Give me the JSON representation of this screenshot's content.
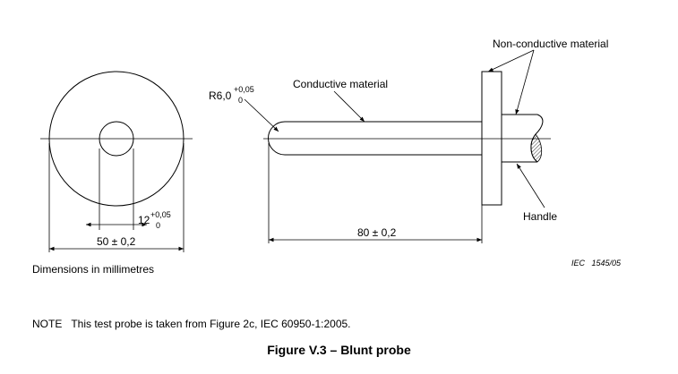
{
  "figure": {
    "caption": "Figure V.3 – Blunt probe",
    "dimensions_note": "Dimensions in millimetres",
    "note_label": "NOTE",
    "note_text": "This test probe is taken from Figure 2c, IEC 60950-1:2005.",
    "iec_reference": "IEC   1545/05"
  },
  "labels": {
    "non_conductive": "Non-conductive material",
    "conductive": "Conductive material",
    "handle": "Handle",
    "radius_main": "R6,0",
    "radius_plus": "+0,05",
    "radius_minus": "0",
    "inner_dim_main": "12",
    "inner_dim_plus": "+0,05",
    "inner_dim_minus": "0",
    "outer_dim": "50 ± 0,2",
    "length_dim": "80 ± 0,2"
  }
}
